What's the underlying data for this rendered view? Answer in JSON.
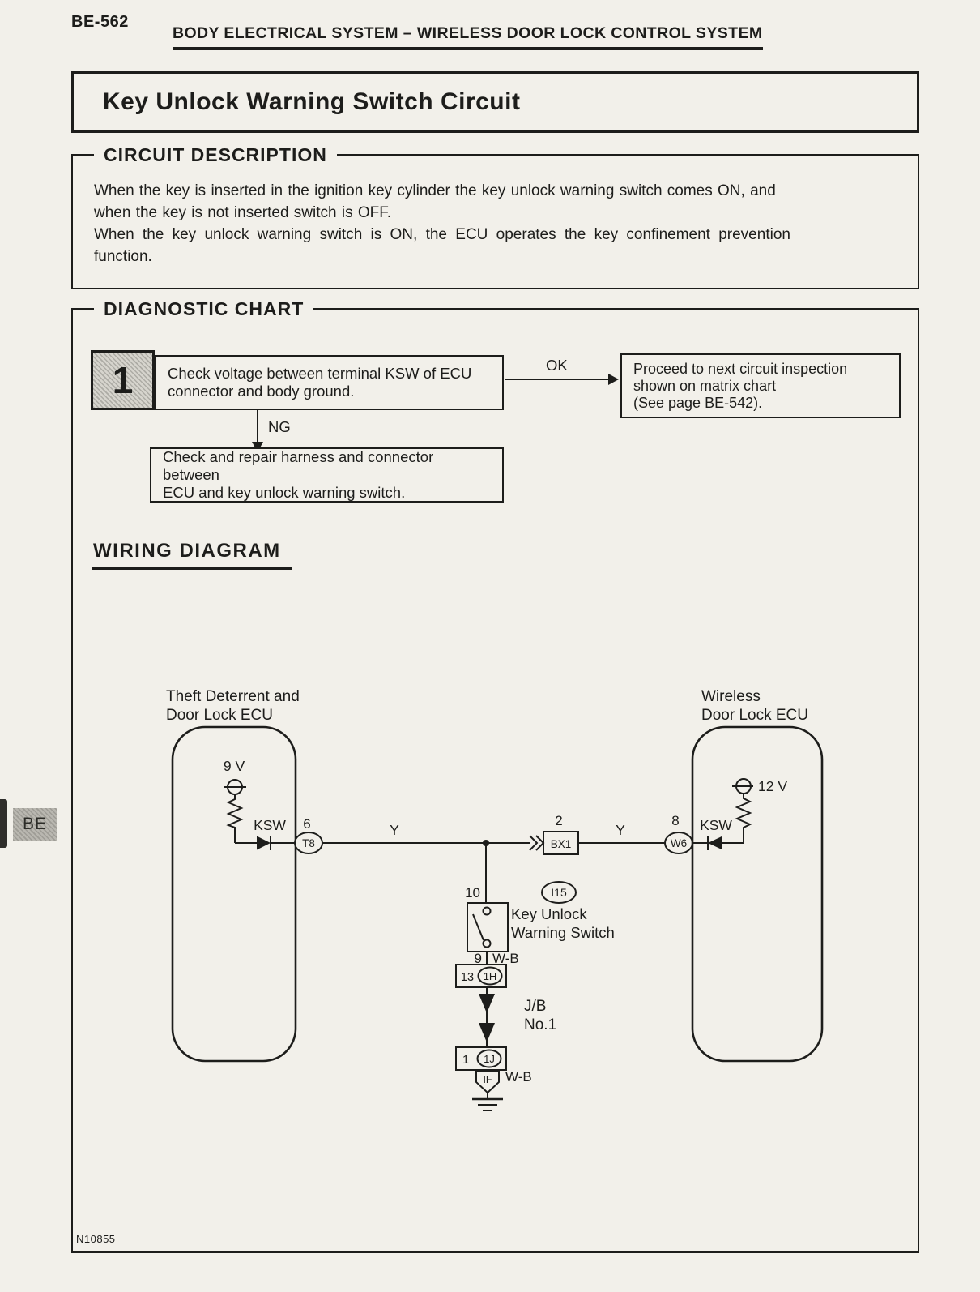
{
  "page": {
    "code": "BE-562",
    "header_title": "BODY ELECTRICAL SYSTEM – WIRELESS DOOR LOCK CONTROL SYSTEM",
    "side_tab": "BE",
    "figure_number": "N10855",
    "title": "Key Unlock Warning Switch Circuit"
  },
  "circuit_description": {
    "heading": "CIRCUIT DESCRIPTION",
    "paragraphs": [
      "When the key is inserted in the ignition key cylinder the key unlock warning switch comes ON, and\nwhen the key is not inserted switch is OFF.",
      "When the key unlock warning switch is ON, the ECU operates the key confinement prevention\nfunction."
    ]
  },
  "diagnostic_chart": {
    "heading": "DIAGNOSTIC CHART",
    "step_number": "1",
    "step_text": "Check voltage between terminal KSW of ECU\nconnector and body ground.",
    "ok_label": "OK",
    "ok_result": "Proceed to next circuit inspection\nshown on matrix chart\n(See page BE-542).",
    "ng_label": "NG",
    "ng_result": "Check and repair harness and connector between\nECU and key unlock warning switch."
  },
  "wiring_diagram": {
    "heading": "WIRING DIAGRAM",
    "left_ecu_label": "Theft Deterrent and\nDoor Lock ECU",
    "right_ecu_label": "Wireless\nDoor Lock ECU",
    "left_voltage": "9 V",
    "right_voltage": "12 V",
    "left_terminal": "KSW",
    "right_terminal": "KSW",
    "left_connector_pin": "6",
    "left_connector": "T8",
    "wire_left": "Y",
    "mid_connector_pin": "2",
    "mid_connector": "BX1",
    "wire_right": "Y",
    "right_connector_pin": "8",
    "right_connector": "W6",
    "switch_pin": "10",
    "switch_connector": "I15",
    "switch_label": "Key Unlock\nWarning Switch",
    "switch_bottom_pin": "9",
    "wire_down": "W-B",
    "jb_top_pin": "13",
    "jb_top_connector": "1H",
    "jb_label": "J/B\nNo.1",
    "jb_bottom_pin": "1",
    "jb_bottom_connector": "1J",
    "ground_connector": "IF",
    "ground_wire": "W-B"
  },
  "colors": {
    "paper": "#f2f0ea",
    "ink": "#1d1d1b"
  }
}
